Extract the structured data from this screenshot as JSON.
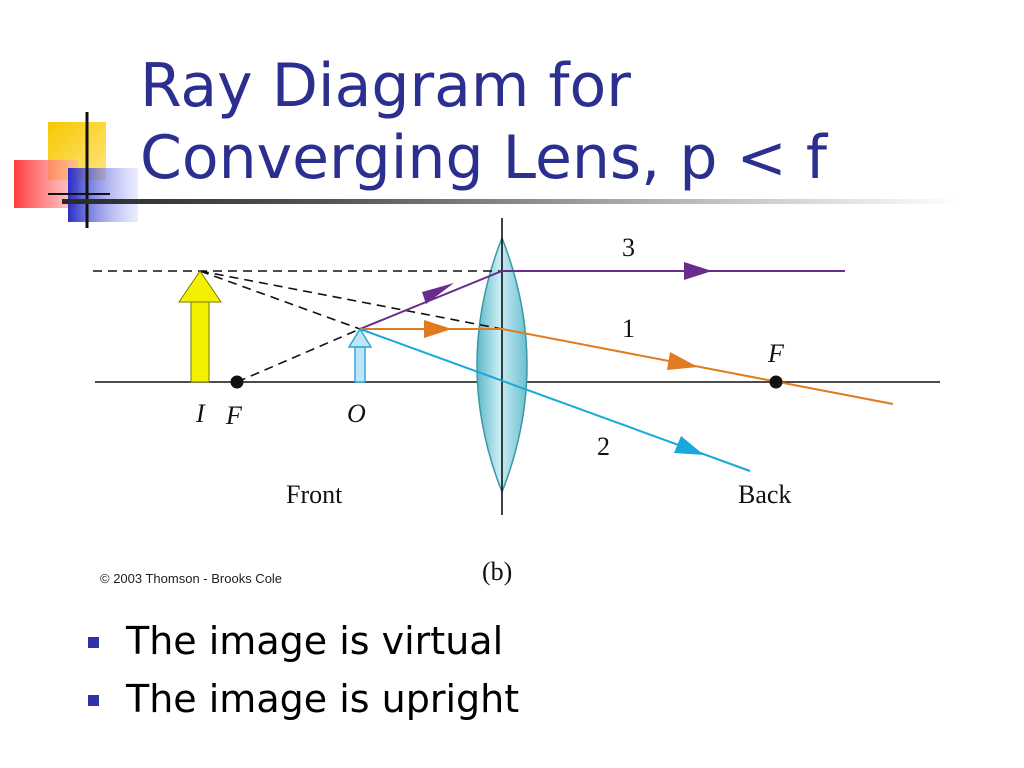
{
  "slide": {
    "title_line1": "Ray Diagram for",
    "title_line2": "Converging Lens, p < f",
    "bullets": [
      "The image is virtual",
      "The image is upright"
    ]
  },
  "diagram": {
    "labels": {
      "image": "I",
      "focal_front": "F",
      "object": "O",
      "focal_back": "F",
      "ray1": "1",
      "ray2": "2",
      "ray3": "3",
      "front": "Front",
      "back": "Back",
      "caption": "(b)"
    },
    "copyright": "© 2003 Thomson - Brooks Cole",
    "colors": {
      "ray1": "#e07b20",
      "ray2": "#1aa8dc",
      "ray3": "#6a2c8c",
      "image_arrow": "#f5f000",
      "object_arrow": "#bfe6f7",
      "lens": "#8fd0dc"
    }
  },
  "theme": {
    "title_color": "#2b2f8f",
    "bullet_color": "#2f33a6"
  }
}
